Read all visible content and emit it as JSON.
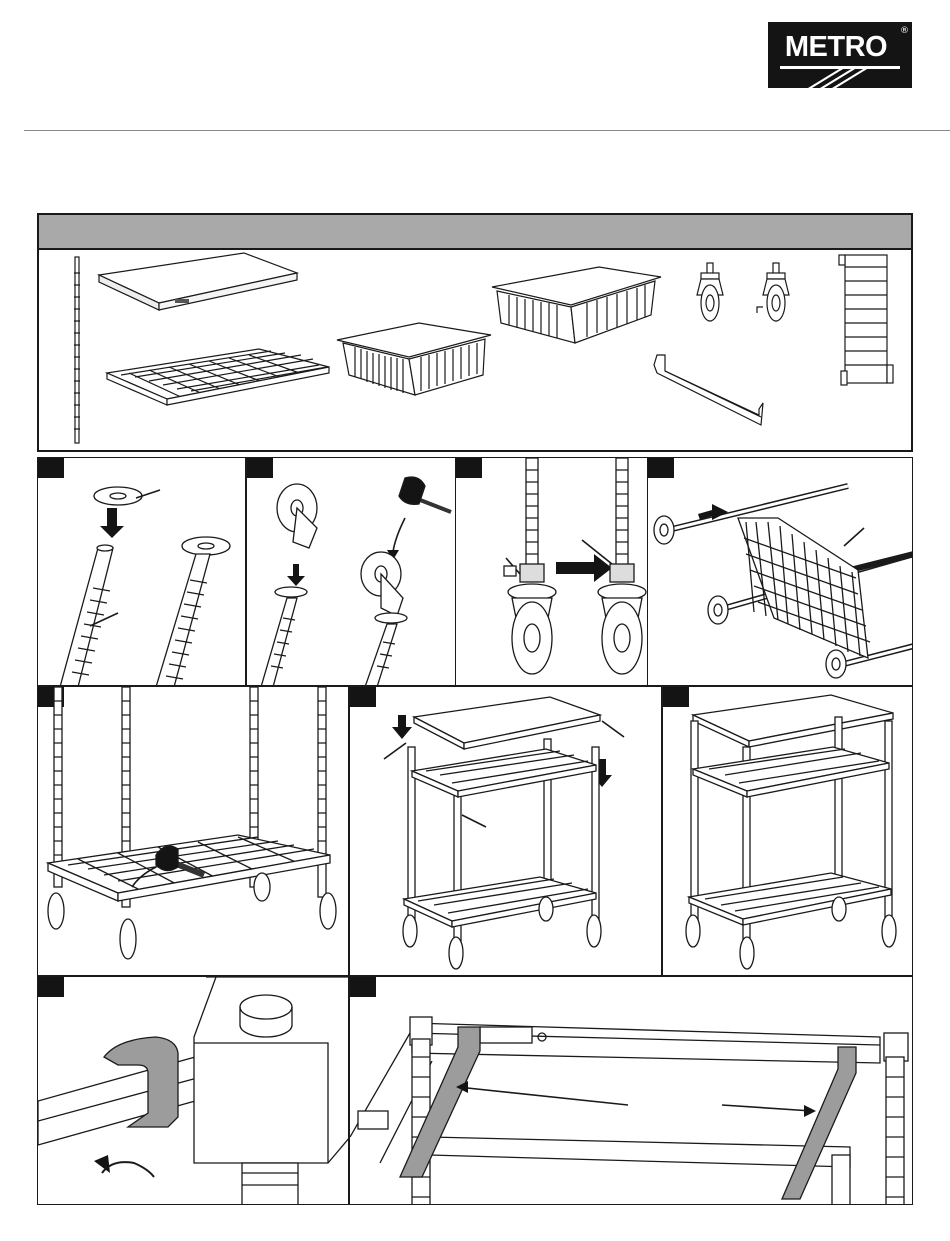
{
  "brand": {
    "logo_text": "METRO",
    "registered_mark": "®",
    "logo_color": "#141414"
  },
  "colors": {
    "line": "#1a1a1a",
    "header_fill": "#a9a9a9",
    "tab_fill": "#141414",
    "part_gray": "#9c9c9c"
  },
  "parts_panel": {
    "items": [
      "post-icon",
      "solid-shelf-icon",
      "wire-shelf-icon",
      "small-tote-icon",
      "large-tote-icon",
      "caster-icon",
      "caster-with-brake-icon",
      "shelf-ledge-icon",
      "side-ledge-icon"
    ]
  },
  "steps": [
    {
      "id": "1",
      "illustration": "insert-caster-stem-socket"
    },
    {
      "id": "2",
      "illustration": "hammer-caster-into-post"
    },
    {
      "id": "3",
      "illustration": "engage-caster-brake"
    },
    {
      "id": "4",
      "illustration": "slide-shelf-onto-posts"
    },
    {
      "id": "5",
      "illustration": "seat-shelf-with-mallet"
    },
    {
      "id": "6",
      "illustration": "add-middle-and-top-shelves"
    },
    {
      "id": "7",
      "illustration": "completed-cart"
    },
    {
      "id": "8",
      "illustration": "attach-ledge-clip"
    },
    {
      "id": "9",
      "illustration": "install-side-ledges"
    }
  ]
}
